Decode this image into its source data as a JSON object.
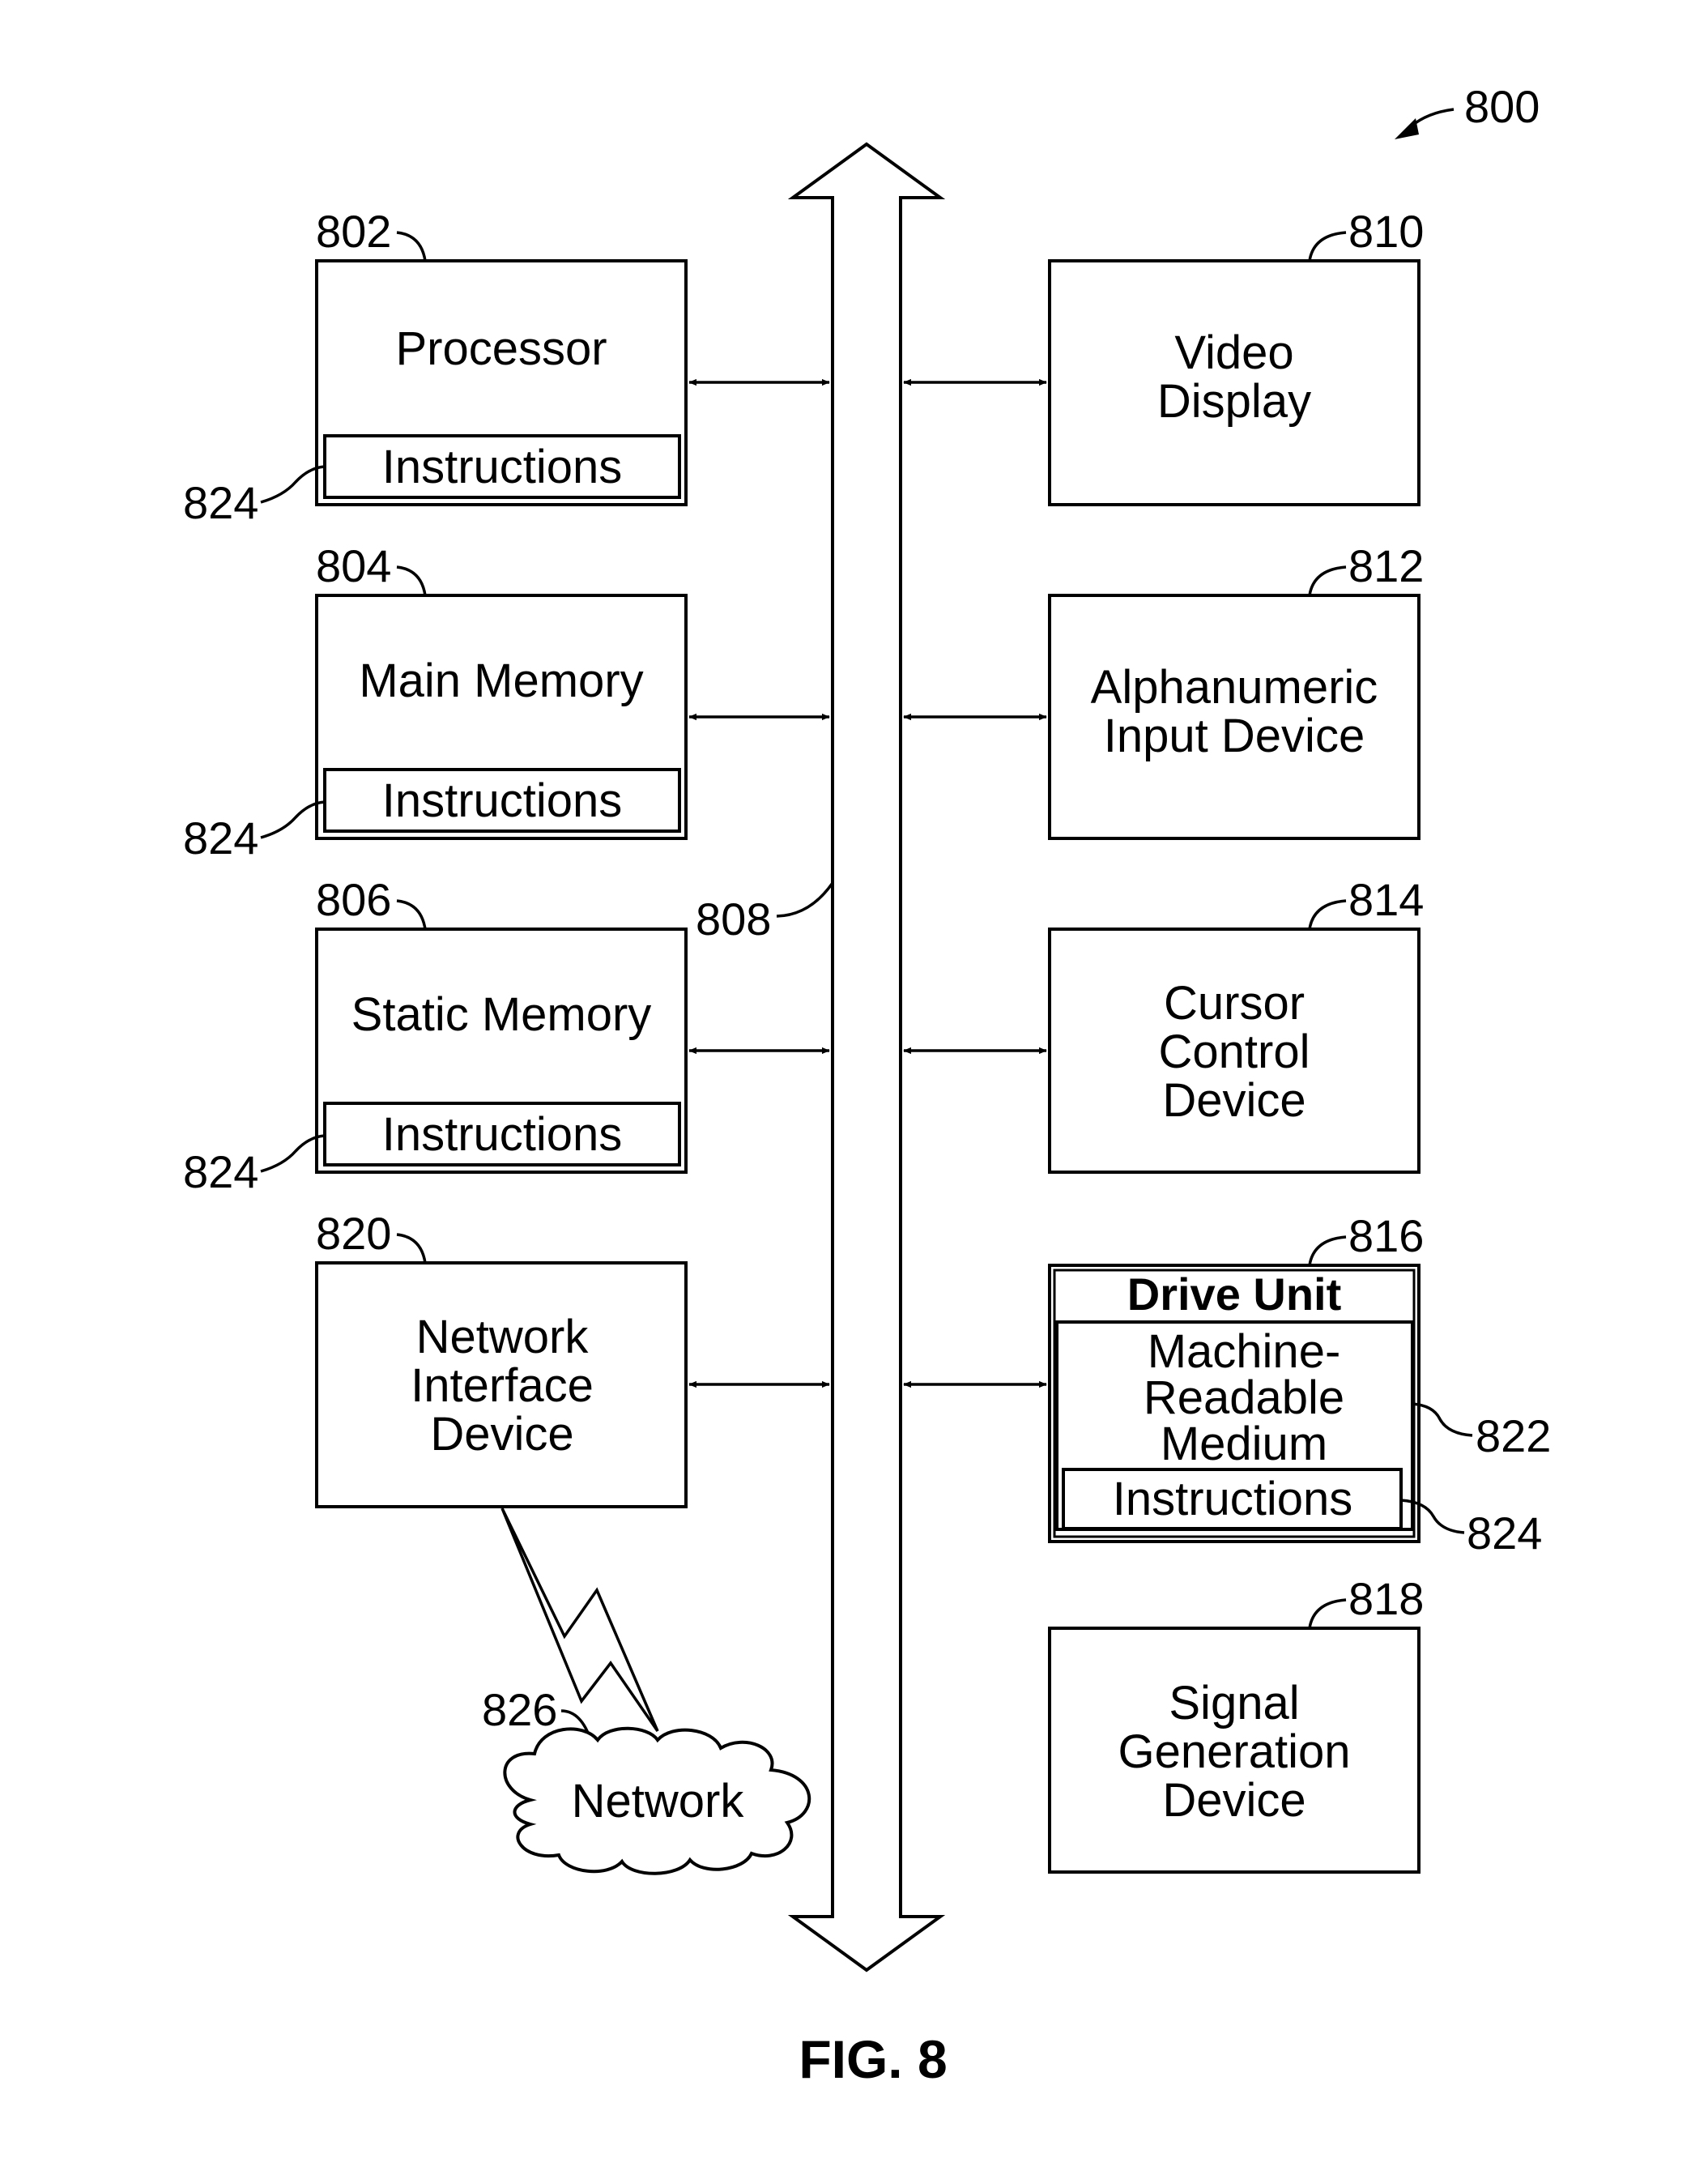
{
  "figure": {
    "number": "800",
    "caption": "FIG. 8",
    "bus_ref": "808"
  },
  "left_blocks": [
    {
      "ref": "802",
      "title": "Processor",
      "instr_ref": "824",
      "instr_label": "Instructions"
    },
    {
      "ref": "804",
      "title": "Main Memory",
      "instr_ref": "824",
      "instr_label": "Instructions"
    },
    {
      "ref": "806",
      "title": "Static Memory",
      "instr_ref": "824",
      "instr_label": "Instructions"
    },
    {
      "ref": "820",
      "lines": [
        "Network",
        "Interface",
        "Device"
      ]
    }
  ],
  "right_blocks": [
    {
      "ref": "810",
      "lines": [
        "Video",
        "Display"
      ]
    },
    {
      "ref": "812",
      "lines": [
        "Alphanumeric",
        "Input Device"
      ]
    },
    {
      "ref": "814",
      "lines": [
        "Cursor",
        "Control",
        "Device"
      ]
    },
    {
      "ref": "818",
      "lines": [
        "Signal",
        "Generation",
        "Device"
      ]
    }
  ],
  "drive_unit": {
    "ref": "816",
    "title": "Drive Unit",
    "medium_lines": [
      "Machine-",
      "Readable",
      "Medium"
    ],
    "medium_ref": "822",
    "instr_label": "Instructions",
    "instr_ref": "824"
  },
  "network": {
    "ref": "826",
    "label": "Network"
  }
}
